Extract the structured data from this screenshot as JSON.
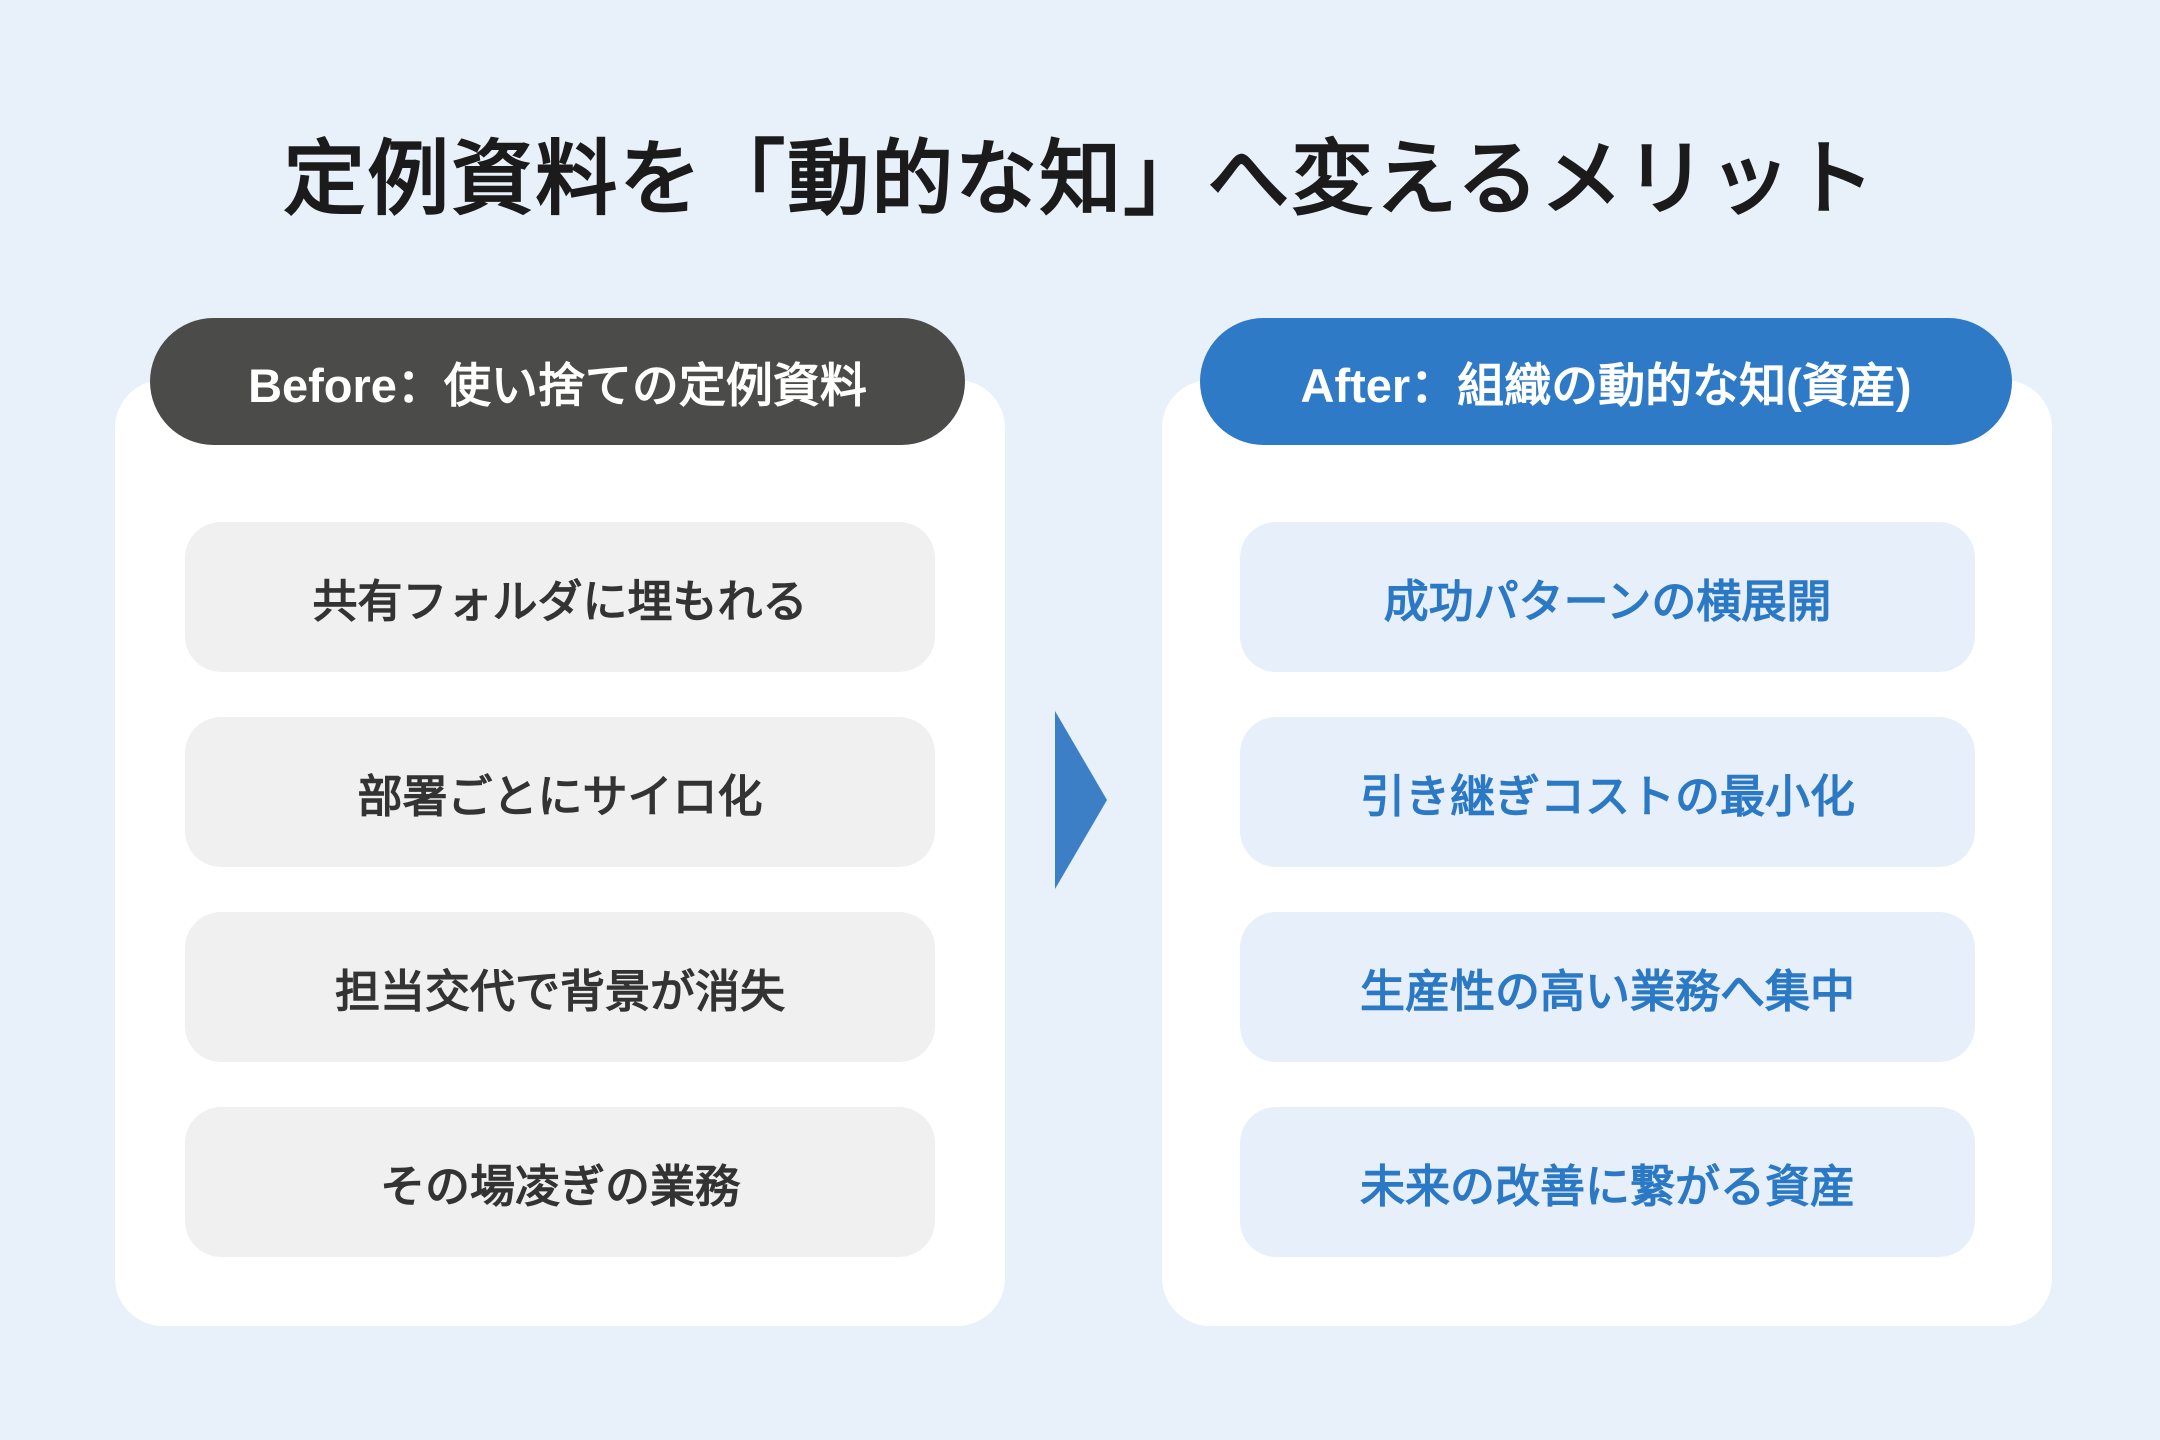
{
  "title": "定例資料を「動的な知」へ変えるメリット",
  "before": {
    "header": "Before：使い捨ての定例資料",
    "items": [
      "共有フォルダに埋もれる",
      "部署ごとにサイロ化",
      "担当交代で背景が消失",
      "その場凌ぎの業務"
    ]
  },
  "after": {
    "header": "After：組織の動的な知(資産)",
    "items": [
      "成功パターンの横展開",
      "引き継ぎコストの最小化",
      "生産性の高い業務へ集中",
      "未来の改善に繋がる資産"
    ]
  },
  "arrow": {
    "direction": "right"
  },
  "colors": {
    "bg": "#e8f1fa",
    "card": "#ffffff",
    "title": "#1b1b1b",
    "before_header_bg": "#4b4b49",
    "after_header_bg": "#2e7ac6",
    "before_item_bg": "#f0f0f0",
    "before_text": "#333333",
    "after_item_bg": "#e7f0fa",
    "after_text": "#2b79c4",
    "arrow": "#3c7fc6"
  }
}
